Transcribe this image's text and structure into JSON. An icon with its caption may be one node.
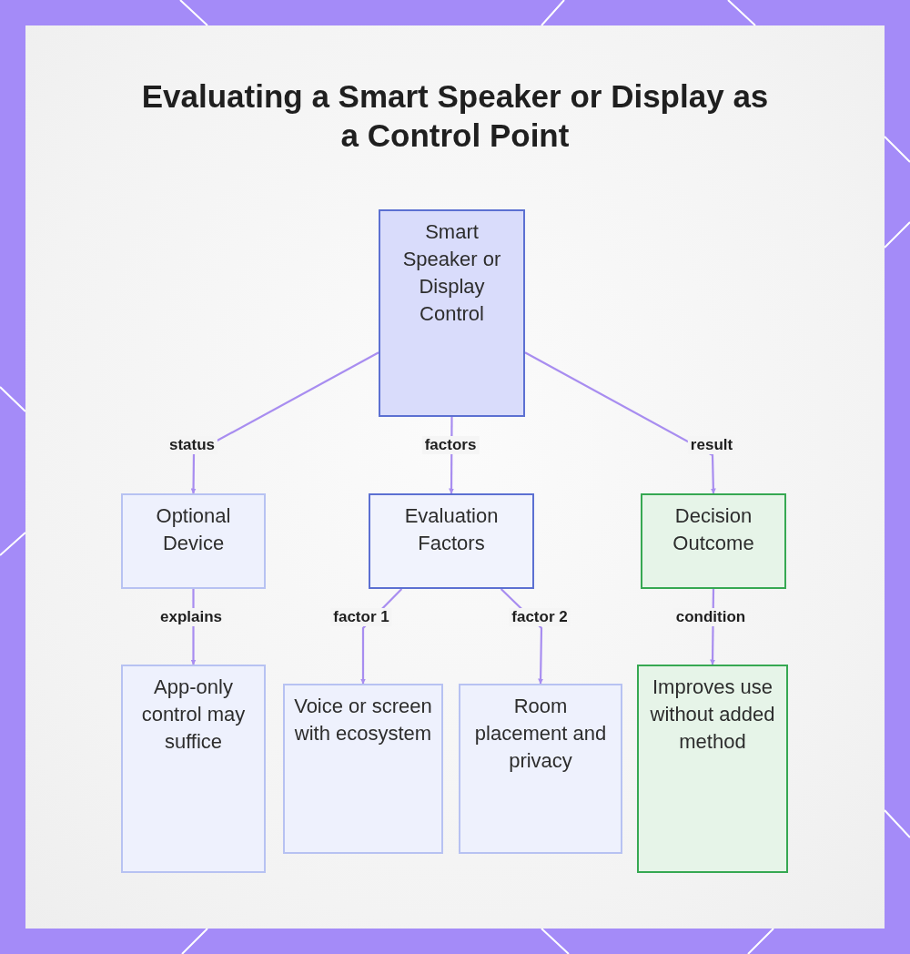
{
  "diagram": {
    "title": "Evaluating a Smart Speaker or Display as a Control Point",
    "nodes": [
      {
        "text": [
          "Smart Speaker or Display Control"
        ]
      },
      {
        "text": [
          "Optional Device"
        ]
      },
      {
        "text": [
          "Evaluation Factors"
        ]
      },
      {
        "text": [
          "Decision Outcome"
        ]
      },
      {
        "text": [
          "App-only control may suffice"
        ]
      },
      {
        "text": [
          "Voice or screen with ecosystem"
        ]
      },
      {
        "text": [
          "Room placement and privacy"
        ]
      },
      {
        "text": [
          "Improves use without added method"
        ]
      }
    ],
    "edges": [
      {
        "from": 0,
        "to": 1,
        "arrow": "to",
        "label": "status"
      },
      {
        "from": 0,
        "to": 2,
        "arrow": "to",
        "label": "factors"
      },
      {
        "from": 0,
        "to": 3,
        "arrow": "to",
        "label": "result"
      },
      {
        "from": 1,
        "to": 4,
        "arrow": "to",
        "label": "explains"
      },
      {
        "from": 2,
        "to": 5,
        "arrow": "to",
        "label": "factor 1"
      },
      {
        "from": 2,
        "to": 6,
        "arrow": "to",
        "label": "factor 2"
      },
      {
        "from": 3,
        "to": 7,
        "arrow": "to",
        "label": "condition"
      }
    ]
  }
}
